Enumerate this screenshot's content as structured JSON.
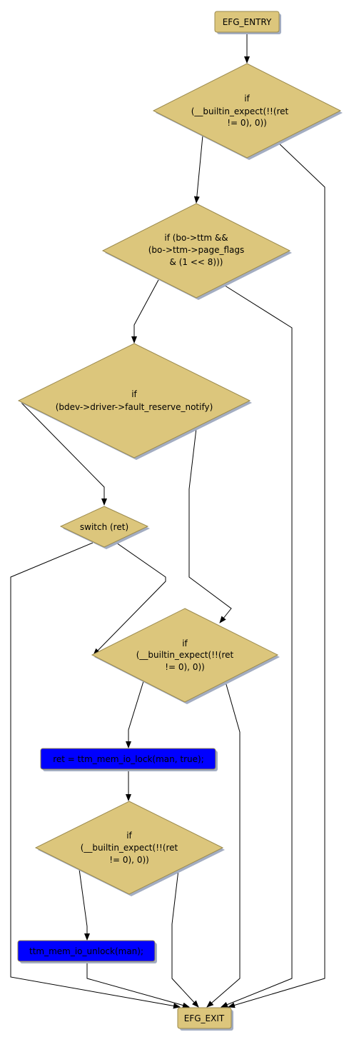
{
  "colors": {
    "decision_fill": "#dcc67c",
    "decision_stroke": "#9b8a4e",
    "shadow": "#a3adc2",
    "action_fill": "#0000ff",
    "action_text": "#000000",
    "edge": "#000000"
  },
  "nodes": {
    "entry": {
      "label": "EFG_ENTRY"
    },
    "d1": {
      "lines": [
        "if",
        "(__builtin_expect(!!(ret",
        "!= 0), 0))"
      ]
    },
    "d2": {
      "lines": [
        "if (bo->ttm &&",
        "(bo->ttm->page_flags",
        "& (1 << 8)))"
      ]
    },
    "d3": {
      "lines": [
        "if",
        "(bdev->driver->fault_reserve_notify)"
      ]
    },
    "sw": {
      "lines": [
        "switch (ret)"
      ]
    },
    "d4": {
      "lines": [
        "if",
        "(__builtin_expect(!!(ret",
        "!= 0), 0))"
      ]
    },
    "a1": {
      "label": "ret = ttm_mem_io_lock(man, true);"
    },
    "d5": {
      "lines": [
        "if",
        "(__builtin_expect(!!(ret",
        "!= 0), 0))"
      ]
    },
    "a2": {
      "label": "ttm_mem_io_unlock(man);"
    },
    "exit": {
      "label": "EFG_EXIT"
    }
  }
}
